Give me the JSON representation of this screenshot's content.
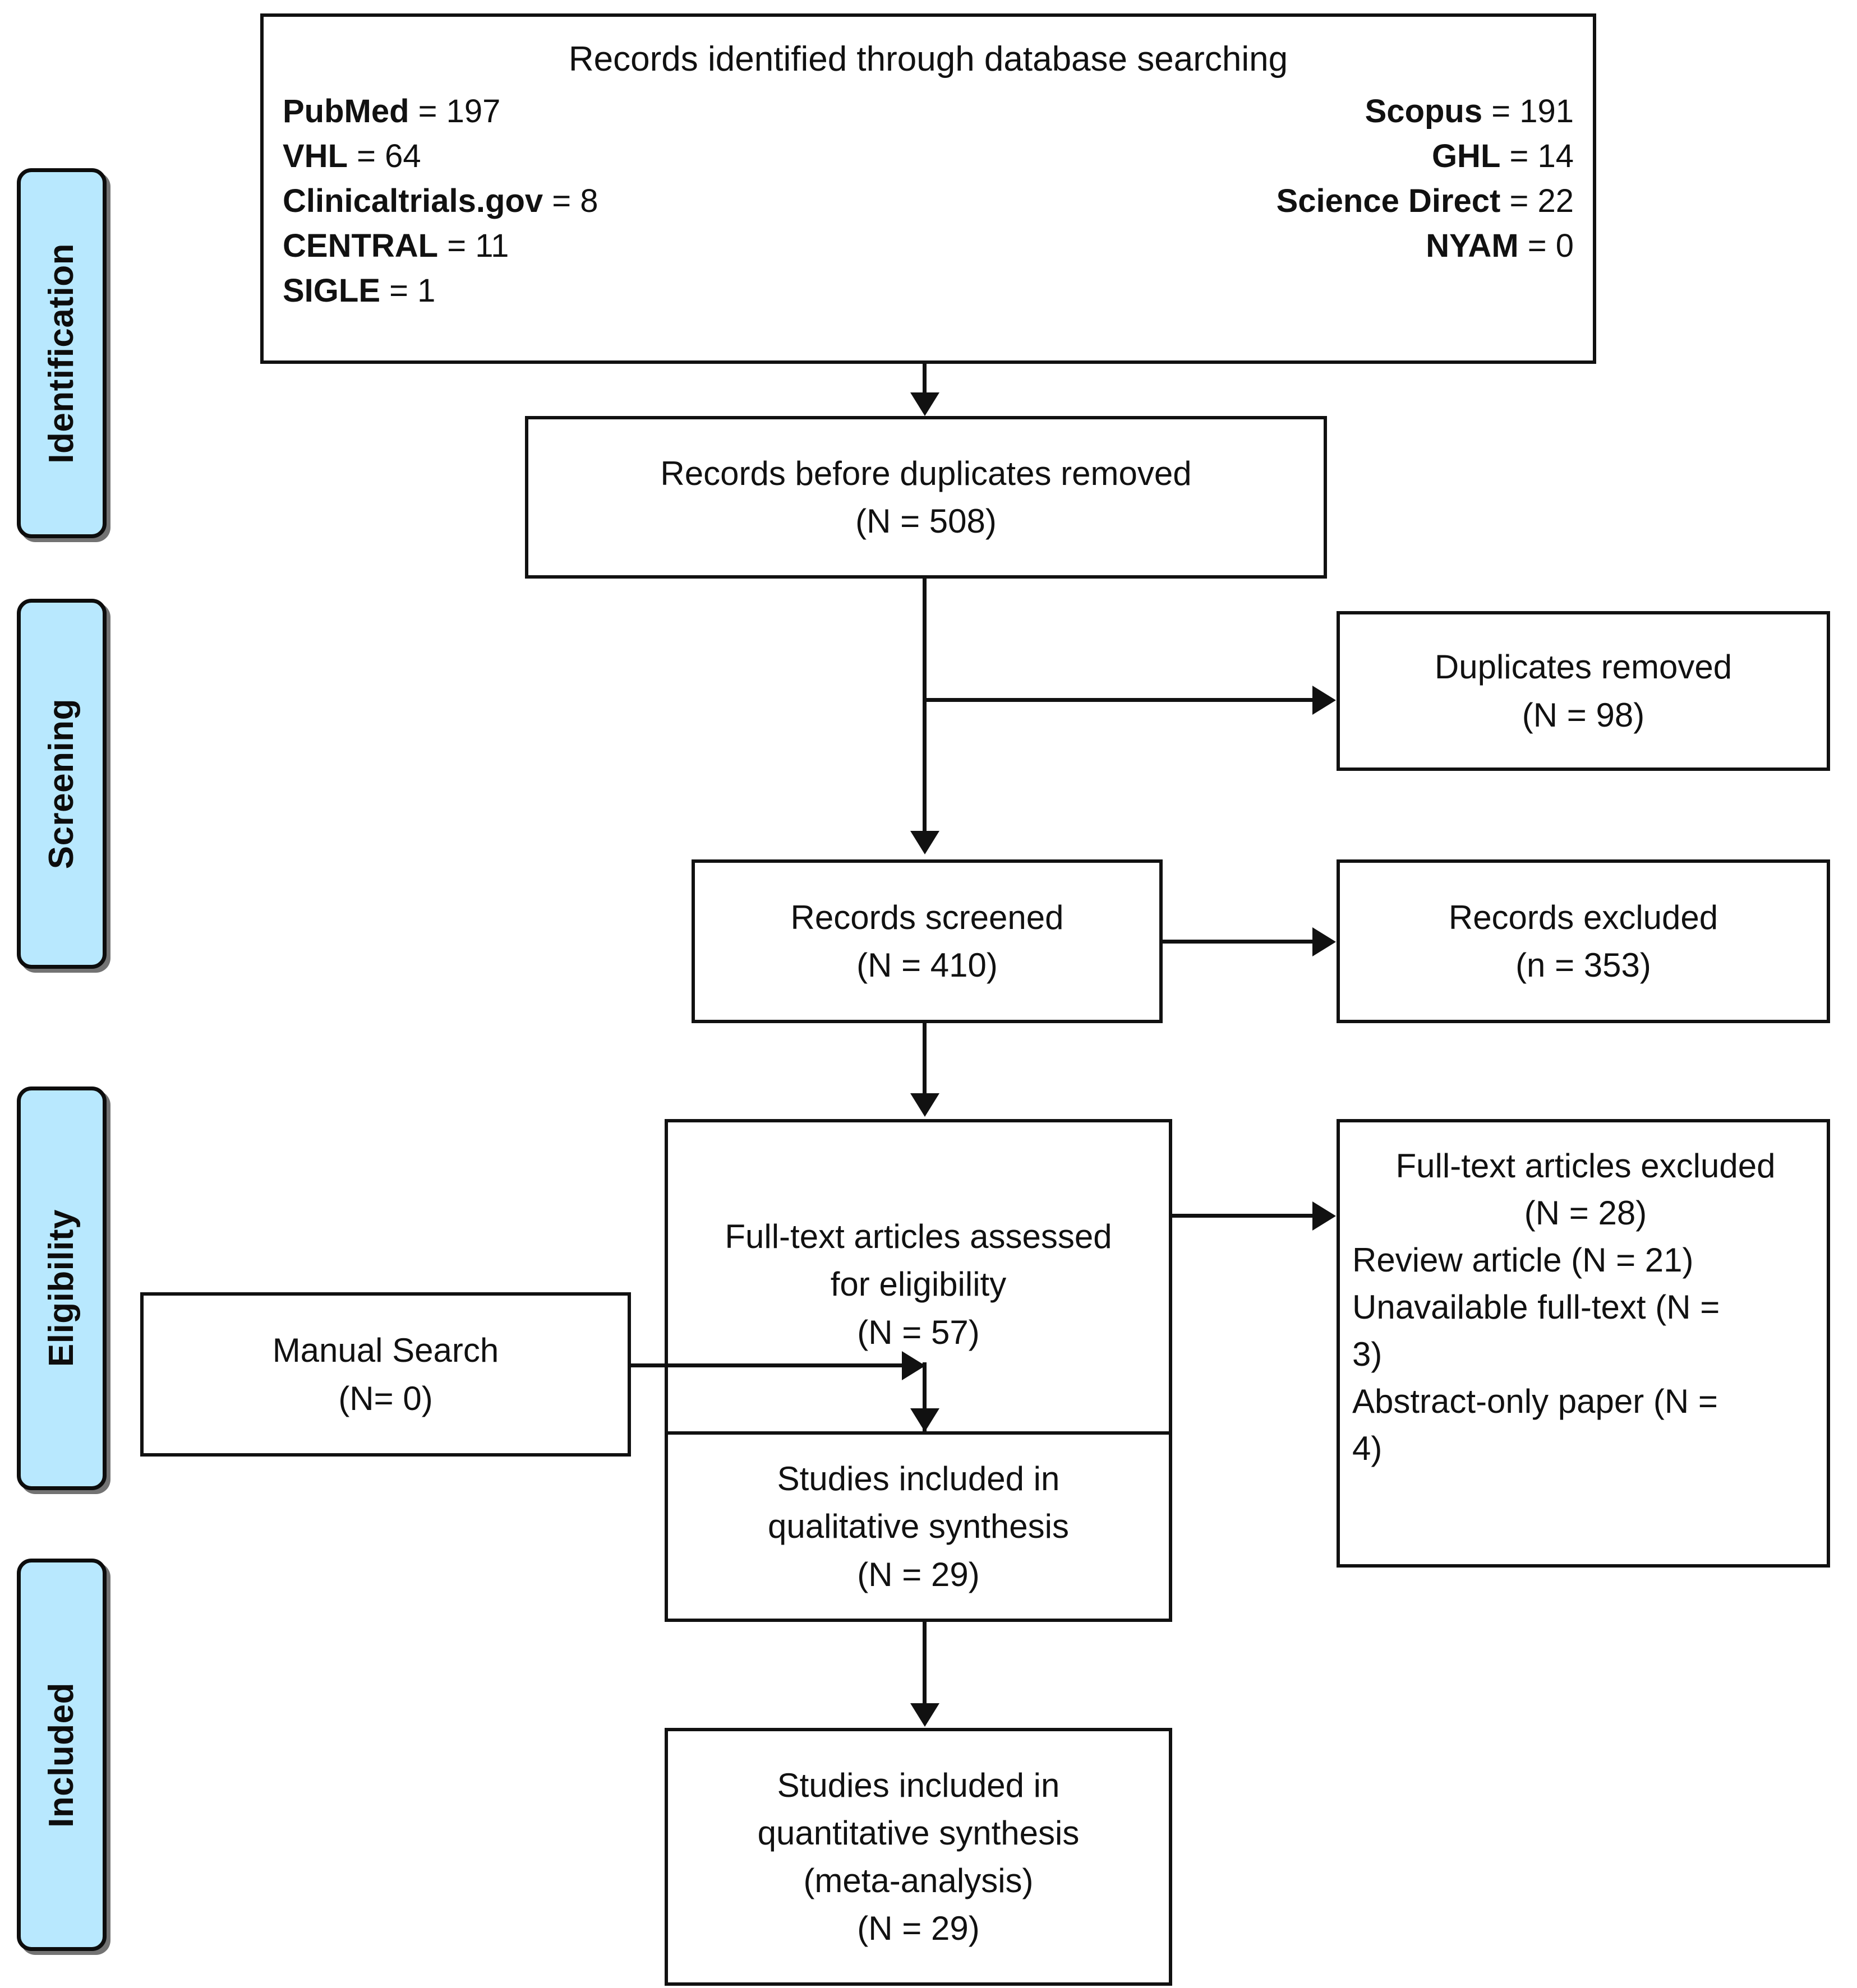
{
  "diagram": {
    "title": "PRISMA flow diagram",
    "accent_color": "#b8e8fe",
    "line_color": "#111111"
  },
  "stages": [
    {
      "label": "Identification"
    },
    {
      "label": "Screening"
    },
    {
      "label": "Eligibility"
    },
    {
      "label": "Included"
    }
  ],
  "boxes": {
    "identified": {
      "headline": "Records identified through database searching",
      "sources_left": [
        {
          "name": "PubMed",
          "value": " = 197"
        },
        {
          "name": "VHL",
          "value": " = 64"
        },
        {
          "name": "Clinicaltrials.gov",
          "value": " = 8"
        },
        {
          "name": "CENTRAL",
          "value": " = 11"
        },
        {
          "name": "SIGLE",
          "value": " = 1"
        }
      ],
      "sources_right": [
        {
          "name": "Scopus",
          "value": " = 191"
        },
        {
          "name": "GHL",
          "value": " = 14"
        },
        {
          "name": "Science Direct",
          "value": " = 22"
        },
        {
          "name": "NYAM",
          "value": " = 0"
        }
      ]
    },
    "before_duplicates": {
      "line1": "Records before duplicates removed",
      "line2": "(N = 508)"
    },
    "duplicates_removed": {
      "line1": "Duplicates removed",
      "line2": "(N = 98)"
    },
    "records_screened": {
      "line1": "Records screened",
      "line2": "(N = 410)"
    },
    "records_excluded": {
      "line1": "Records excluded",
      "line2": "(n = 353)"
    },
    "fulltext_assessed": {
      "line1": "Full-text articles assessed",
      "line2": "for eligibility",
      "line3": "(N = 57)"
    },
    "fulltext_excluded": {
      "line1": "Full-text articles excluded",
      "line2": "(N = 28)",
      "line3": "Review article (N = 21)",
      "line4": "Unavailable full-text (N =",
      "line5": "3)",
      "line6": "Abstract-only paper (N =",
      "line7": "4)"
    },
    "manual_search": {
      "line1": "Manual Search",
      "line2": "(N= 0)"
    },
    "qualitative": {
      "line1": "Studies included in",
      "line2": "qualitative synthesis",
      "line3": "(N = 29)"
    },
    "quantitative": {
      "line1": "Studies included in",
      "line2": "quantitative synthesis",
      "line3": "(meta-analysis)",
      "line4": "(N = 29)"
    }
  },
  "chart_data": {
    "type": "diagram",
    "title": "PRISMA study selection flow",
    "nodes": [
      {
        "id": "identified",
        "stage": "Identification",
        "label": "Records identified through database searching",
        "total": 508,
        "breakdown": {
          "PubMed": 197,
          "VHL": 64,
          "Clinicaltrials.gov": 8,
          "CENTRAL": 11,
          "SIGLE": 1,
          "Scopus": 191,
          "GHL": 14,
          "Science Direct": 22,
          "NYAM": 0
        }
      },
      {
        "id": "before_duplicates",
        "stage": "Identification",
        "label": "Records before duplicates removed",
        "n": 508
      },
      {
        "id": "duplicates_removed",
        "stage": "Screening",
        "label": "Duplicates removed",
        "n": 98
      },
      {
        "id": "records_screened",
        "stage": "Screening",
        "label": "Records screened",
        "n": 410
      },
      {
        "id": "records_excluded",
        "stage": "Screening",
        "label": "Records excluded",
        "n": 353
      },
      {
        "id": "fulltext_assessed",
        "stage": "Eligibility",
        "label": "Full-text articles assessed for eligibility",
        "n": 57
      },
      {
        "id": "fulltext_excluded",
        "stage": "Eligibility",
        "label": "Full-text articles excluded",
        "n": 28,
        "reasons": {
          "Review article": 21,
          "Unavailable full-text": 3,
          "Abstract-only paper": 4
        }
      },
      {
        "id": "manual_search",
        "stage": "Eligibility",
        "label": "Manual Search",
        "n": 0
      },
      {
        "id": "qualitative",
        "stage": "Included",
        "label": "Studies included in qualitative synthesis",
        "n": 29
      },
      {
        "id": "quantitative",
        "stage": "Included",
        "label": "Studies included in quantitative synthesis (meta-analysis)",
        "n": 29
      }
    ],
    "edges": [
      {
        "from": "identified",
        "to": "before_duplicates"
      },
      {
        "from": "before_duplicates",
        "to": "duplicates_removed"
      },
      {
        "from": "before_duplicates",
        "to": "records_screened"
      },
      {
        "from": "records_screened",
        "to": "records_excluded"
      },
      {
        "from": "records_screened",
        "to": "fulltext_assessed"
      },
      {
        "from": "fulltext_assessed",
        "to": "fulltext_excluded"
      },
      {
        "from": "fulltext_assessed",
        "to": "qualitative"
      },
      {
        "from": "manual_search",
        "to": "qualitative"
      },
      {
        "from": "qualitative",
        "to": "quantitative"
      }
    ]
  }
}
